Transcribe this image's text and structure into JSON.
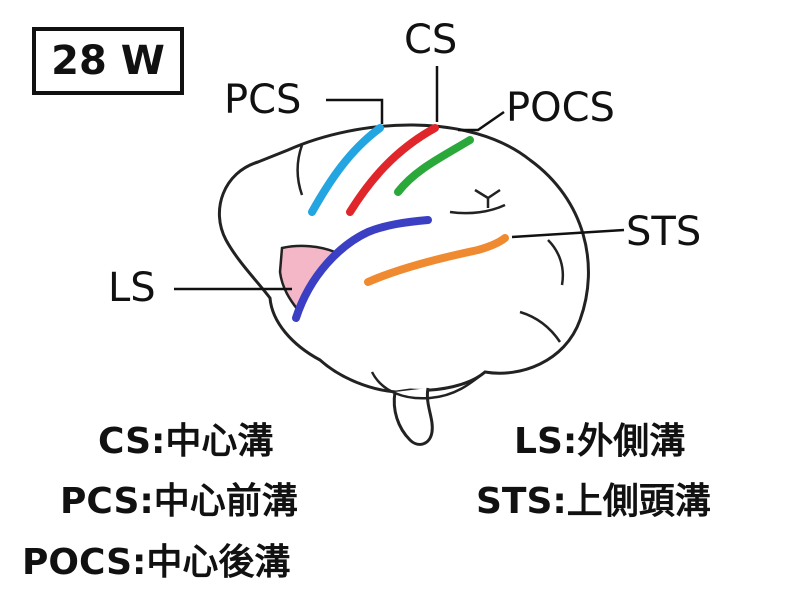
{
  "week_label": "28 W",
  "callouts": {
    "cs": "CS",
    "pcs": "PCS",
    "pocs": "POCS",
    "sts": "STS",
    "ls": "LS"
  },
  "legend": [
    {
      "key": "cs",
      "text": "CS:中心溝"
    },
    {
      "key": "pcs",
      "text": "PCS:中心前溝"
    },
    {
      "key": "pocs",
      "text": "POCS:中心後溝"
    },
    {
      "key": "ls",
      "text": "LS:外側溝"
    },
    {
      "key": "sts",
      "text": "STS:上側頭溝"
    }
  ],
  "colors": {
    "cs": "#e0262a",
    "pcs": "#22a5e0",
    "pocs": "#2aa83a",
    "ls": "#3b3fc4",
    "sts": "#f08a30",
    "insula": "#f4b7c8",
    "outline": "#222222"
  }
}
